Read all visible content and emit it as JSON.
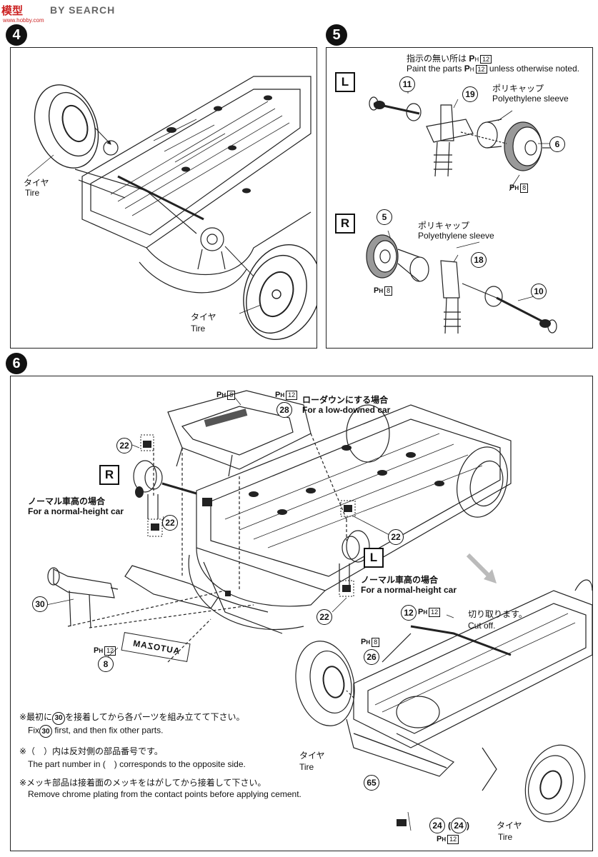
{
  "watermark": {
    "brand": "模型",
    "search": "BY SEARCH",
    "url": "www.hobby.com"
  },
  "step4": {
    "number": "4",
    "tire_top": {
      "jp": "タイヤ",
      "en": "Tire"
    },
    "tire_bottom": {
      "jp": "タイヤ",
      "en": "Tire"
    }
  },
  "step5": {
    "number": "5",
    "note_jp": "指示の無い所は",
    "note_en_a": "Paint the parts",
    "note_en_b": "unless otherwise noted.",
    "paint_code": "P",
    "paint_sub": "H",
    "paint_box": "12",
    "left": {
      "side": "L",
      "parts": [
        "11",
        "19",
        "6"
      ],
      "sleeve_jp": "ポリキャップ",
      "sleeve_en": "Polyethylene sleeve",
      "paint_box": "8"
    },
    "right": {
      "side": "R",
      "parts": [
        "5",
        "18",
        "10"
      ],
      "sleeve_jp": "ポリキャップ",
      "sleeve_en": "Polyethylene sleeve",
      "paint_box": "8"
    }
  },
  "step6": {
    "number": "6",
    "paint_top_a": "8",
    "paint_top_b": "12",
    "lowdown_jp": "ローダウンにする場合",
    "lowdown_en": "For a low-downed car",
    "normal_jp": "ノーマル車高の場合",
    "normal_en": "For a normal-height car",
    "normal2_jp": "ノーマル車高の場合",
    "normal2_en": "For a normal-height car",
    "side_r": "R",
    "side_l": "L",
    "parts": {
      "p28": "28",
      "p22a": "22",
      "p22b": "22",
      "p22c": "22",
      "p22d": "22",
      "p30": "30",
      "p8": "8",
      "p12": "12",
      "p26": "26",
      "p65": "65",
      "p24": "24",
      "p24b": "24"
    },
    "paint_8_box": "12",
    "paint_12_box": "12",
    "paint_26_box": "8",
    "paint_24_box": "12",
    "cutoff_jp": "切り取ります。",
    "cutoff_en": "Cut off.",
    "tire_mid": {
      "jp": "タイヤ",
      "en": "Tire"
    },
    "tire_right": {
      "jp": "タイヤ",
      "en": "Tire"
    },
    "plate_text": "AUTOZAM",
    "notes": [
      {
        "jp_a": "※最初に",
        "num": "30",
        "jp_b": "を接着してから各パーツを組み立てて下さい。",
        "en_a": "Fix",
        "en_b": "first, and then fix other parts."
      },
      {
        "jp": "※（　）内は反対側の部品番号です。",
        "en_a": "The part number in",
        "en_paren": "(　)",
        "en_b": "corresponds to the opposite side."
      },
      {
        "jp": "※メッキ部品は接着面のメッキをはがしてから接着して下さい。",
        "en": "Remove chrome plating from the contact points before applying cement."
      }
    ]
  }
}
